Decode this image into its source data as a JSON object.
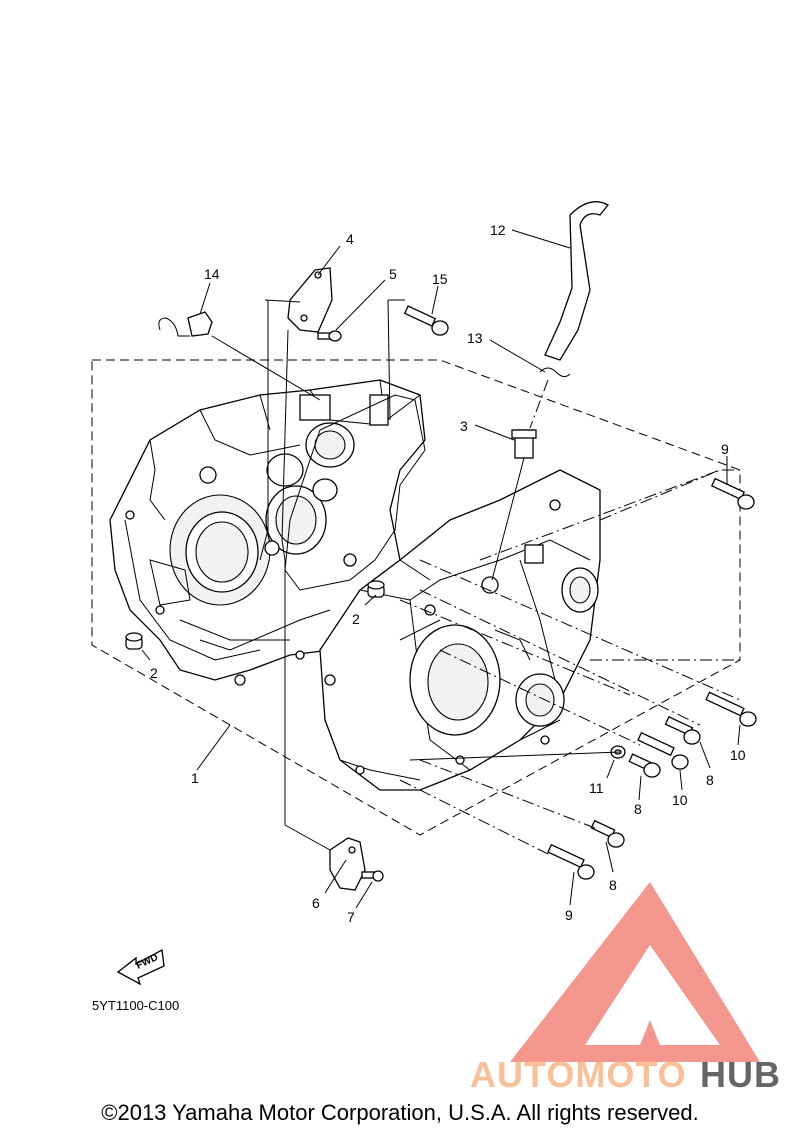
{
  "diagram": {
    "callouts": [
      "1",
      "2",
      "2",
      "3",
      "4",
      "5",
      "6",
      "7",
      "8",
      "8",
      "8",
      "9",
      "9",
      "10",
      "10",
      "11",
      "12",
      "13",
      "14",
      "15"
    ],
    "diagram_code": "5YT1100-C100",
    "fwd_label": "FWD"
  },
  "watermark": {
    "text_part1": "AUTOMOTO",
    "text_part2": "HUB",
    "color_primary": "#f28b82",
    "color_secondary": "#f9b98c",
    "color_dark": "#555555"
  },
  "footer": {
    "copyright": "©2013 Yamaha Motor Corporation, U.S.A. All rights reserved."
  }
}
